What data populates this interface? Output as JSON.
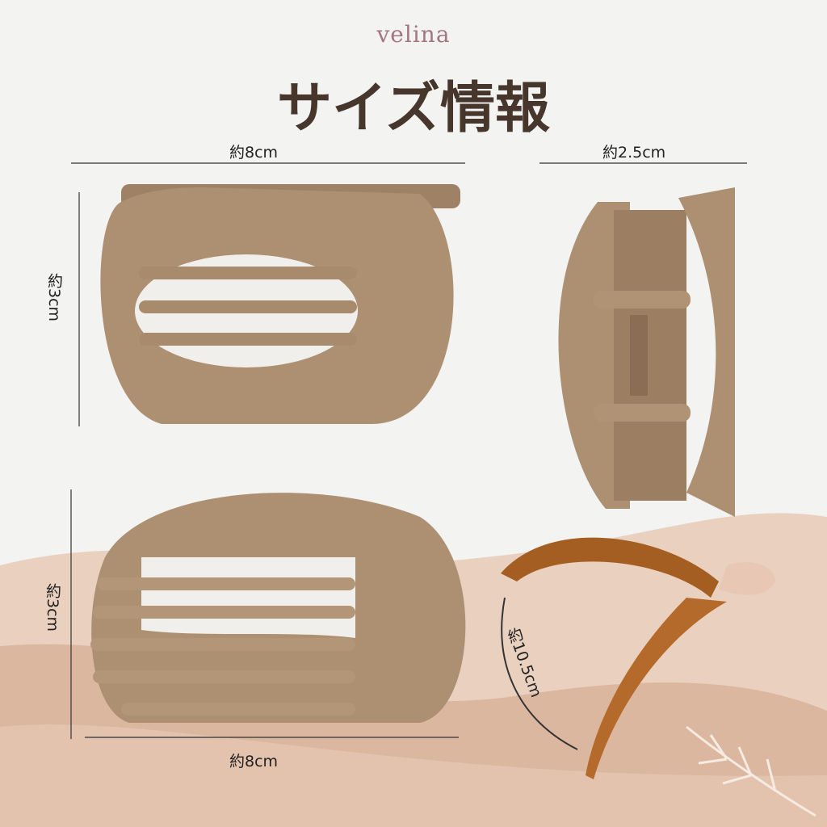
{
  "brand": "velina",
  "title": "サイズ情報",
  "dimensions": {
    "front_width": "約8cm",
    "front_height": "約3cm",
    "side_depth": "約2.5cm",
    "angle_height": "約3cm",
    "angle_width": "約8cm",
    "length": "約10.5cm"
  },
  "colors": {
    "clip": "#ad9072",
    "title": "#46362c",
    "brand": "#a57680",
    "sand": "#e3c3ad",
    "tortoise": "#a55e22"
  }
}
